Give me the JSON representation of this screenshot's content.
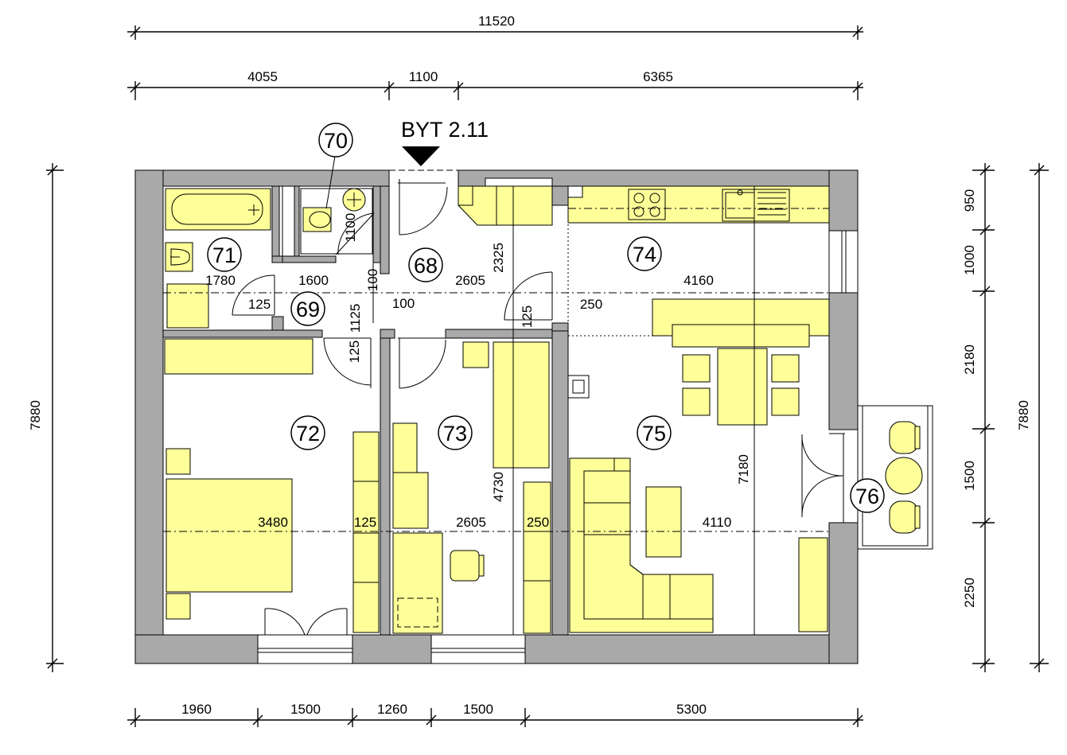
{
  "title": "BYT 2.11",
  "rooms": [
    "68",
    "69",
    "70",
    "71",
    "72",
    "73",
    "74",
    "75",
    "76"
  ],
  "dimensions": {
    "top_total": "11520",
    "top_segments": [
      "4055",
      "1100",
      "6365"
    ],
    "bottom_segments": [
      "1960",
      "1500",
      "1260",
      "1500",
      "5300"
    ],
    "left_total": "7880",
    "right_total": "7880",
    "right_segments": [
      "950",
      "1000",
      "2180",
      "1500",
      "2250"
    ]
  },
  "inner_dimensions": {
    "d1780": "1780",
    "d1600": "1600",
    "d100a": "100",
    "d2605a": "2605",
    "d2325": "2325",
    "d4160": "4160",
    "d125a": "125",
    "d1125": "1125",
    "d100b": "100",
    "d250a": "250",
    "d125b": "125",
    "d1100": "1100",
    "d125c": "125",
    "d3480": "3480",
    "d125d": "125",
    "d2605b": "2605",
    "d250b": "250",
    "d4110": "4110",
    "d4730": "4730",
    "d7180": "7180"
  },
  "colors": {
    "wall": "#a9a9aa",
    "furniture": "#ffff99",
    "line": "#000000"
  }
}
